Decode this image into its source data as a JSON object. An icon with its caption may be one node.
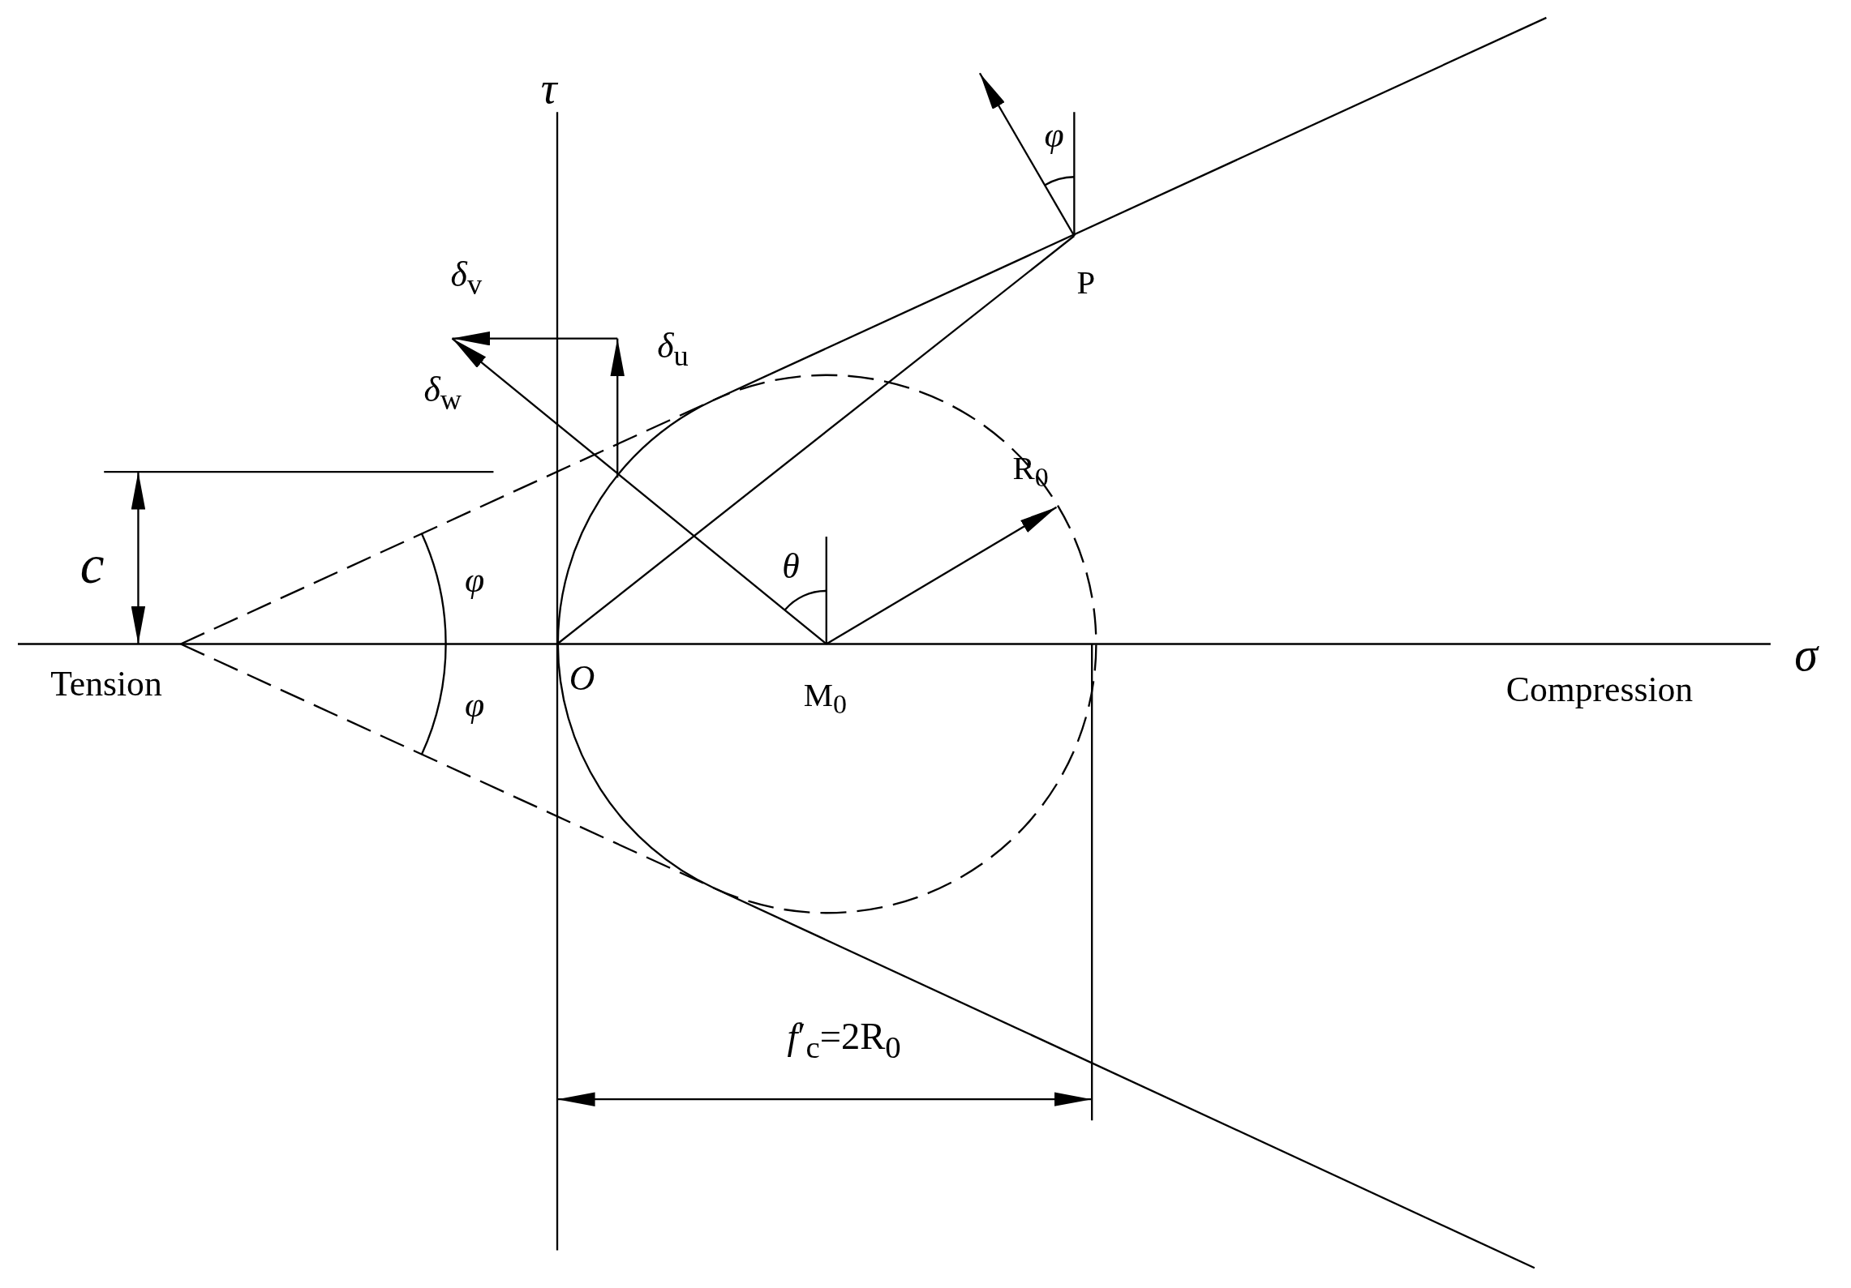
{
  "diagram": {
    "labels": [
      "τ",
      "φ",
      "*δ*$_{v}$",
      "P",
      "*δ*$_{u}$",
      "*δ*$_{w}$",
      "c",
      "φ",
      "θ",
      "R$_{0}$",
      "σ",
      "Tension",
      "φ",
      "O",
      "M$_{0}$",
      "Compression",
      "*f*′$_{c}$=2R$_{0}$"
    ]
  }
}
